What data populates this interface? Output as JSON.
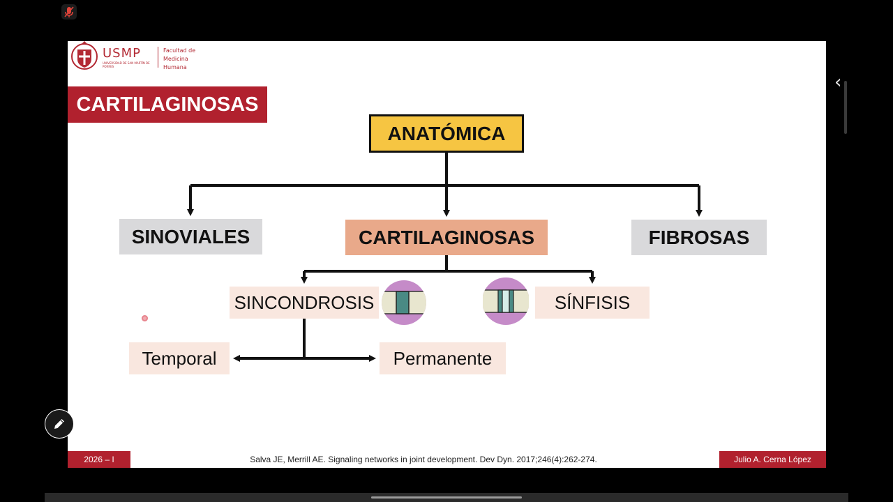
{
  "logo": {
    "wordmark": "USMP",
    "subtitle": "UNIVERSIDAD DE SAN MARTÍN DE PORRES",
    "faculty": "Facultad de\nMedicina\nHumana"
  },
  "slide": {
    "title": "CARTILAGINOSAS"
  },
  "diagram": {
    "root": "ANATÓMICA",
    "categories": {
      "sinoviales": "SINOVIALES",
      "cartilaginosas": "CARTILAGINOSAS",
      "fibrosas": "FIBROSAS"
    },
    "subtypes": {
      "sincondrosis": "SINCONDROSIS",
      "sinfisis": "SÍNFISIS"
    },
    "sincondrosis_types": {
      "temporal": "Temporal",
      "permanente": "Permanente"
    }
  },
  "footer": {
    "year": "2026 – I",
    "citation": "Salva JE, Merrill AE. Signaling networks in joint development. Dev Dyn. 2017;246(4):262-274.",
    "author": "Julio A. Cerna López"
  },
  "colors": {
    "brand_red": "#b1212e",
    "root_fill": "#f6c542",
    "cartilaginosas_fill": "#e9a98a",
    "neutral_fill": "#d9d9db",
    "leaf_fill": "#f9e7df",
    "joint_purple": "#c58bc8",
    "joint_cartilage": "#e8e6cf",
    "joint_core": "#4a8a84"
  },
  "icons": {
    "mic": "microphone-muted-icon",
    "pen": "pencil-icon",
    "side_tab": "chevron-left-icon"
  }
}
